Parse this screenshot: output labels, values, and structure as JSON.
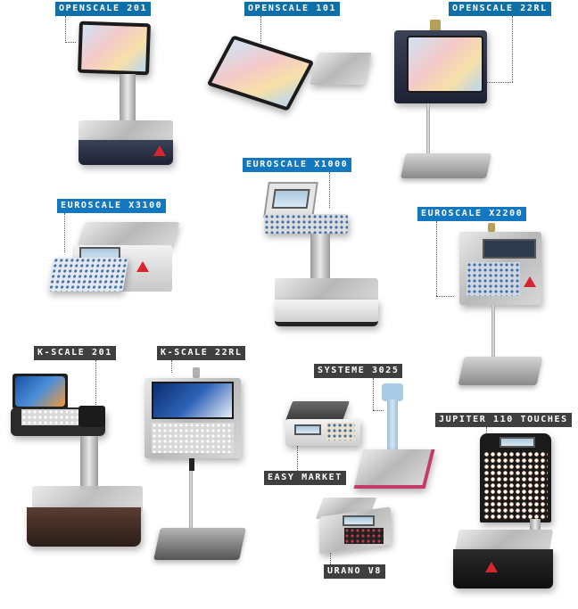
{
  "products": [
    {
      "id": "openscale-201",
      "label": "OPENSCALE 201",
      "label_style": "blue"
    },
    {
      "id": "openscale-101",
      "label": "OPENSCALE 101",
      "label_style": "blue"
    },
    {
      "id": "openscale-22rl",
      "label": "OPENSCALE 22RL",
      "label_style": "blue"
    },
    {
      "id": "euroscale-x1000",
      "label": "EUROSCALE X1000",
      "label_style": "blue2"
    },
    {
      "id": "euroscale-x3100",
      "label": "EUROSCALE X3100",
      "label_style": "blue2"
    },
    {
      "id": "euroscale-x2200",
      "label": "EUROSCALE X2200",
      "label_style": "blue2"
    },
    {
      "id": "k-scale-201",
      "label": "K-SCALE 201",
      "label_style": "gray"
    },
    {
      "id": "k-scale-22rl",
      "label": "K-SCALE 22RL",
      "label_style": "gray"
    },
    {
      "id": "systeme-3025",
      "label": "SYSTEME 3025",
      "label_style": "gray"
    },
    {
      "id": "jupiter-110-touches",
      "label": "JUPITER 110 TOUCHES",
      "label_style": "gray"
    },
    {
      "id": "easy-market",
      "label": "EASY MARKET",
      "label_style": "gray"
    },
    {
      "id": "urano-v8",
      "label": "URANO V8",
      "label_style": "gray"
    }
  ],
  "colors": {
    "label_blue": "#0f6fa8",
    "label_blue_light": "#1478c0",
    "label_gray": "#3f3f3f",
    "brand_red": "#d8242e"
  }
}
